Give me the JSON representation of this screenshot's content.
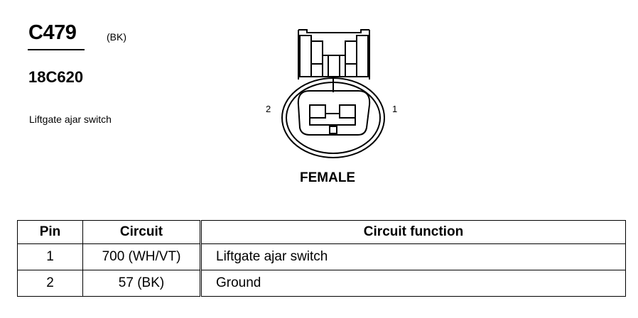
{
  "connector": {
    "id": "C479",
    "color": "(BK)",
    "part_number": "18C620",
    "description": "Liftgate ajar switch",
    "gender": "FEMALE",
    "pin_labels": [
      "2",
      "1"
    ]
  },
  "table": {
    "headers": [
      "Pin",
      "Circuit",
      "Circuit function"
    ],
    "rows": [
      {
        "pin": "1",
        "circuit": "700 (WH/VT)",
        "function": "Liftgate ajar switch"
      },
      {
        "pin": "2",
        "circuit": "57 (BK)",
        "function": "Ground"
      }
    ]
  }
}
